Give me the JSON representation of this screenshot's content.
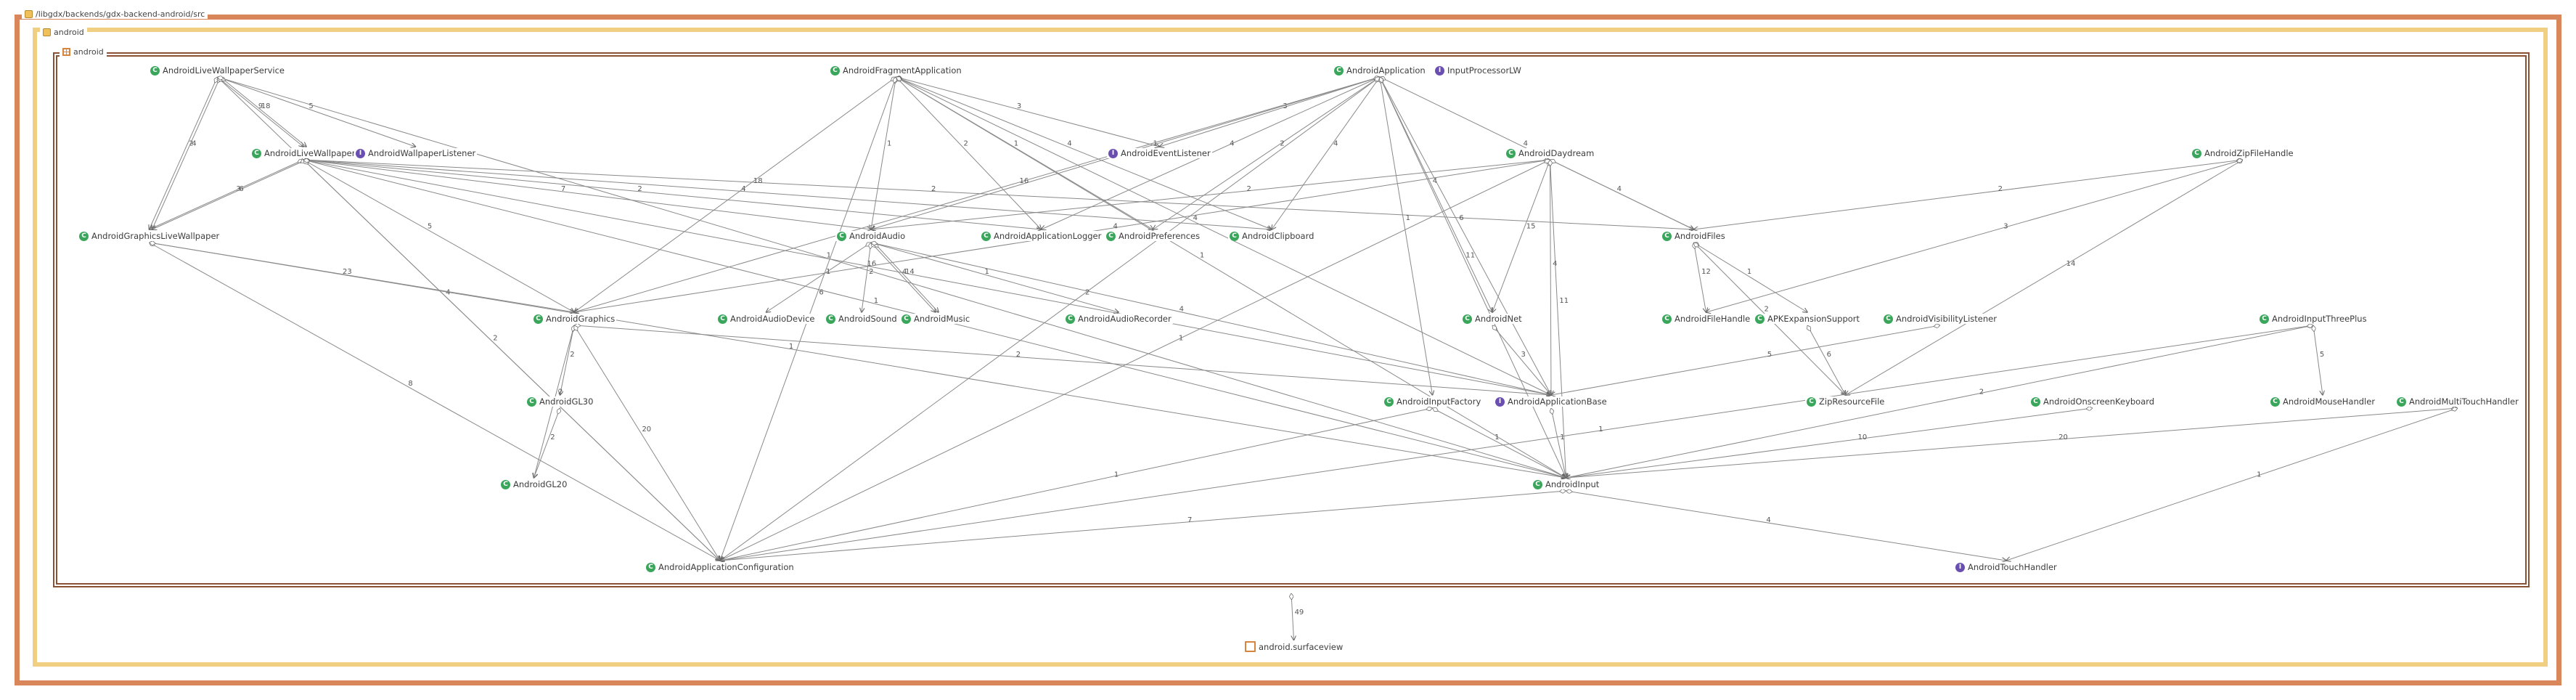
{
  "frames": {
    "root": "/libgdx/backends/gdx-backend-android/src",
    "package": "android",
    "subpackage": "android"
  },
  "nodes": [
    {
      "id": "lwservice",
      "label": "AndroidLiveWallpaperService",
      "kind": "class"
    },
    {
      "id": "fragapp",
      "label": "AndroidFragmentApplication",
      "kind": "class"
    },
    {
      "id": "app",
      "label": "AndroidApplication",
      "kind": "class"
    },
    {
      "id": "inproc",
      "label": "InputProcessorLW",
      "kind": "interface"
    },
    {
      "id": "lw",
      "label": "AndroidLiveWallpaper",
      "kind": "class"
    },
    {
      "id": "wplistener",
      "label": "AndroidWallpaperListener",
      "kind": "interface"
    },
    {
      "id": "evlistener",
      "label": "AndroidEventListener",
      "kind": "interface"
    },
    {
      "id": "daydream",
      "label": "AndroidDaydream",
      "kind": "class"
    },
    {
      "id": "zipfh",
      "label": "AndroidZipFileHandle",
      "kind": "class"
    },
    {
      "id": "gfxlw",
      "label": "AndroidGraphicsLiveWallpaper",
      "kind": "class"
    },
    {
      "id": "audio",
      "label": "AndroidAudio",
      "kind": "class"
    },
    {
      "id": "applogger",
      "label": "AndroidApplicationLogger",
      "kind": "class"
    },
    {
      "id": "prefs",
      "label": "AndroidPreferences",
      "kind": "class"
    },
    {
      "id": "clipboard",
      "label": "AndroidClipboard",
      "kind": "class"
    },
    {
      "id": "files",
      "label": "AndroidFiles",
      "kind": "class"
    },
    {
      "id": "graphics",
      "label": "AndroidGraphics",
      "kind": "class"
    },
    {
      "id": "audiodev",
      "label": "AndroidAudioDevice",
      "kind": "class"
    },
    {
      "id": "sound",
      "label": "AndroidSound",
      "kind": "class"
    },
    {
      "id": "music",
      "label": "AndroidMusic",
      "kind": "class"
    },
    {
      "id": "audiorec",
      "label": "AndroidAudioRecorder",
      "kind": "class"
    },
    {
      "id": "net",
      "label": "AndroidNet",
      "kind": "class"
    },
    {
      "id": "filehandle",
      "label": "AndroidFileHandle",
      "kind": "class"
    },
    {
      "id": "apkexp",
      "label": "APKExpansionSupport",
      "kind": "class"
    },
    {
      "id": "visibility",
      "label": "AndroidVisibilityListener",
      "kind": "class"
    },
    {
      "id": "threeplus",
      "label": "AndroidInputThreePlus",
      "kind": "class"
    },
    {
      "id": "gl30",
      "label": "AndroidGL30",
      "kind": "class"
    },
    {
      "id": "inputfactory",
      "label": "AndroidInputFactory",
      "kind": "class"
    },
    {
      "id": "appbase",
      "label": "AndroidApplicationBase",
      "kind": "interface"
    },
    {
      "id": "zipres",
      "label": "ZipResourceFile",
      "kind": "class"
    },
    {
      "id": "onscreenkb",
      "label": "AndroidOnscreenKeyboard",
      "kind": "class"
    },
    {
      "id": "mouse",
      "label": "AndroidMouseHandler",
      "kind": "class"
    },
    {
      "id": "multitouch",
      "label": "AndroidMultiTouchHandler",
      "kind": "class"
    },
    {
      "id": "gl20",
      "label": "AndroidGL20",
      "kind": "class"
    },
    {
      "id": "input",
      "label": "AndroidInput",
      "kind": "class"
    },
    {
      "id": "appconfig",
      "label": "AndroidApplicationConfiguration",
      "kind": "class"
    },
    {
      "id": "touch",
      "label": "AndroidTouchHandler",
      "kind": "interface"
    },
    {
      "id": "surfaceview",
      "label": "android.surfaceview",
      "kind": "package"
    }
  ],
  "edges": [
    {
      "from": "lwservice",
      "to": "wplistener",
      "label": "5"
    },
    {
      "from": "lwservice",
      "to": "lw",
      "label": "9"
    },
    {
      "from": "lwservice",
      "to": "lw",
      "label": "18"
    },
    {
      "from": "lwservice",
      "to": "gfxlw",
      "label": "2"
    },
    {
      "from": "lwservice",
      "to": "gfxlw",
      "label": "4"
    },
    {
      "from": "lwservice",
      "to": "appconfig",
      "label": "4"
    },
    {
      "from": "lwservice",
      "to": "input",
      "label": "1"
    },
    {
      "from": "lw",
      "to": "gfxlw",
      "label": "3"
    },
    {
      "from": "lw",
      "to": "gfxlw",
      "label": "6"
    },
    {
      "from": "lw",
      "to": "graphics",
      "label": "5"
    },
    {
      "from": "lw",
      "to": "audio",
      "label": "7"
    },
    {
      "from": "lw",
      "to": "applogger",
      "label": "2"
    },
    {
      "from": "lw",
      "to": "files",
      "label": "2"
    },
    {
      "from": "lw",
      "to": "clipboard",
      "label": "4"
    },
    {
      "from": "lw",
      "to": "appbase",
      "label": "16"
    },
    {
      "from": "lw",
      "to": "appconfig",
      "label": "2"
    },
    {
      "from": "lw",
      "to": "input",
      "label": "1"
    },
    {
      "from": "gfxlw",
      "to": "graphics",
      "label": "23"
    },
    {
      "from": "gfxlw",
      "to": "appconfig",
      "label": "8"
    },
    {
      "from": "gfxlw",
      "to": "input",
      "label": "1"
    },
    {
      "from": "fragapp",
      "to": "evlistener",
      "label": "3"
    },
    {
      "from": "fragapp",
      "to": "graphics",
      "label": "18"
    },
    {
      "from": "fragapp",
      "to": "audio",
      "label": "1"
    },
    {
      "from": "fragapp",
      "to": "applogger",
      "label": "2"
    },
    {
      "from": "fragapp",
      "to": "prefs",
      "label": "1"
    },
    {
      "from": "fragapp",
      "to": "clipboard",
      "label": "4"
    },
    {
      "from": "fragapp",
      "to": "appconfig",
      "label": "6"
    },
    {
      "from": "fragapp",
      "to": "appbase",
      "label": "4"
    },
    {
      "from": "fragapp",
      "to": "input",
      "label": "1"
    },
    {
      "from": "app",
      "to": "evlistener",
      "label": "3"
    },
    {
      "from": "app",
      "to": "audio",
      "label": "1"
    },
    {
      "from": "app",
      "to": "applogger",
      "label": "4"
    },
    {
      "from": "app",
      "to": "prefs",
      "label": "2"
    },
    {
      "from": "app",
      "to": "clipboard",
      "label": "4"
    },
    {
      "from": "app",
      "to": "files",
      "label": "4"
    },
    {
      "from": "app",
      "to": "graphics",
      "label": "16"
    },
    {
      "from": "app",
      "to": "net",
      "label": "4"
    },
    {
      "from": "app",
      "to": "inputfactory",
      "label": "1"
    },
    {
      "from": "app",
      "to": "appbase",
      "label": "6"
    },
    {
      "from": "app",
      "to": "input",
      "label": "11"
    },
    {
      "from": "app",
      "to": "appconfig",
      "label": "2"
    },
    {
      "from": "daydream",
      "to": "audio",
      "label": "2"
    },
    {
      "from": "daydream",
      "to": "files",
      "label": "4"
    },
    {
      "from": "daydream",
      "to": "net",
      "label": "15"
    },
    {
      "from": "daydream",
      "to": "graphics",
      "label": "4"
    },
    {
      "from": "daydream",
      "to": "appbase",
      "label": "4"
    },
    {
      "from": "daydream",
      "to": "input",
      "label": "11"
    },
    {
      "from": "daydream",
      "to": "appconfig",
      "label": "1"
    },
    {
      "from": "zipfh",
      "to": "files",
      "label": "2"
    },
    {
      "from": "zipfh",
      "to": "zipres",
      "label": "14"
    },
    {
      "from": "zipfh",
      "to": "filehandle",
      "label": "3"
    },
    {
      "from": "files",
      "to": "filehandle",
      "label": "12"
    },
    {
      "from": "files",
      "to": "apkexp",
      "label": "1"
    },
    {
      "from": "files",
      "to": "zipres",
      "label": "2"
    },
    {
      "from": "apkexp",
      "to": "zipres",
      "label": "6"
    },
    {
      "from": "audio",
      "to": "audiodev",
      "label": "1"
    },
    {
      "from": "audio",
      "to": "sound",
      "label": "2"
    },
    {
      "from": "audio",
      "to": "music",
      "label": "4"
    },
    {
      "from": "audio",
      "to": "music",
      "label": "14"
    },
    {
      "from": "audio",
      "to": "audiorec",
      "label": "1"
    },
    {
      "from": "audio",
      "to": "appbase",
      "label": "4"
    },
    {
      "from": "graphics",
      "to": "gl30",
      "label": "2"
    },
    {
      "from": "graphics",
      "to": "gl20",
      "label": "2"
    },
    {
      "from": "graphics",
      "to": "appbase",
      "label": "2"
    },
    {
      "from": "graphics",
      "to": "appconfig",
      "label": "20"
    },
    {
      "from": "gl30",
      "to": "gl20",
      "label": "2"
    },
    {
      "from": "net",
      "to": "appbase",
      "label": "3"
    },
    {
      "from": "visibility",
      "to": "appbase",
      "label": "5"
    },
    {
      "from": "inputfactory",
      "to": "input",
      "label": "1"
    },
    {
      "from": "appbase",
      "to": "input",
      "label": "1"
    },
    {
      "from": "threeplus",
      "to": "input",
      "label": "2"
    },
    {
      "from": "threeplus",
      "to": "mouse",
      "label": "5"
    },
    {
      "from": "threeplus",
      "to": "appconfig",
      "label": "1"
    },
    {
      "from": "onscreenkb",
      "to": "input",
      "label": "10"
    },
    {
      "from": "multitouch",
      "to": "input",
      "label": "20"
    },
    {
      "from": "multitouch",
      "to": "touch",
      "label": "1"
    },
    {
      "from": "input",
      "to": "touch",
      "label": "4"
    },
    {
      "from": "input",
      "to": "appconfig",
      "label": "7"
    },
    {
      "from": "inputfactory",
      "to": "appconfig",
      "label": "1"
    },
    {
      "from": "subpackage",
      "to": "surfaceview",
      "label": "49"
    }
  ]
}
